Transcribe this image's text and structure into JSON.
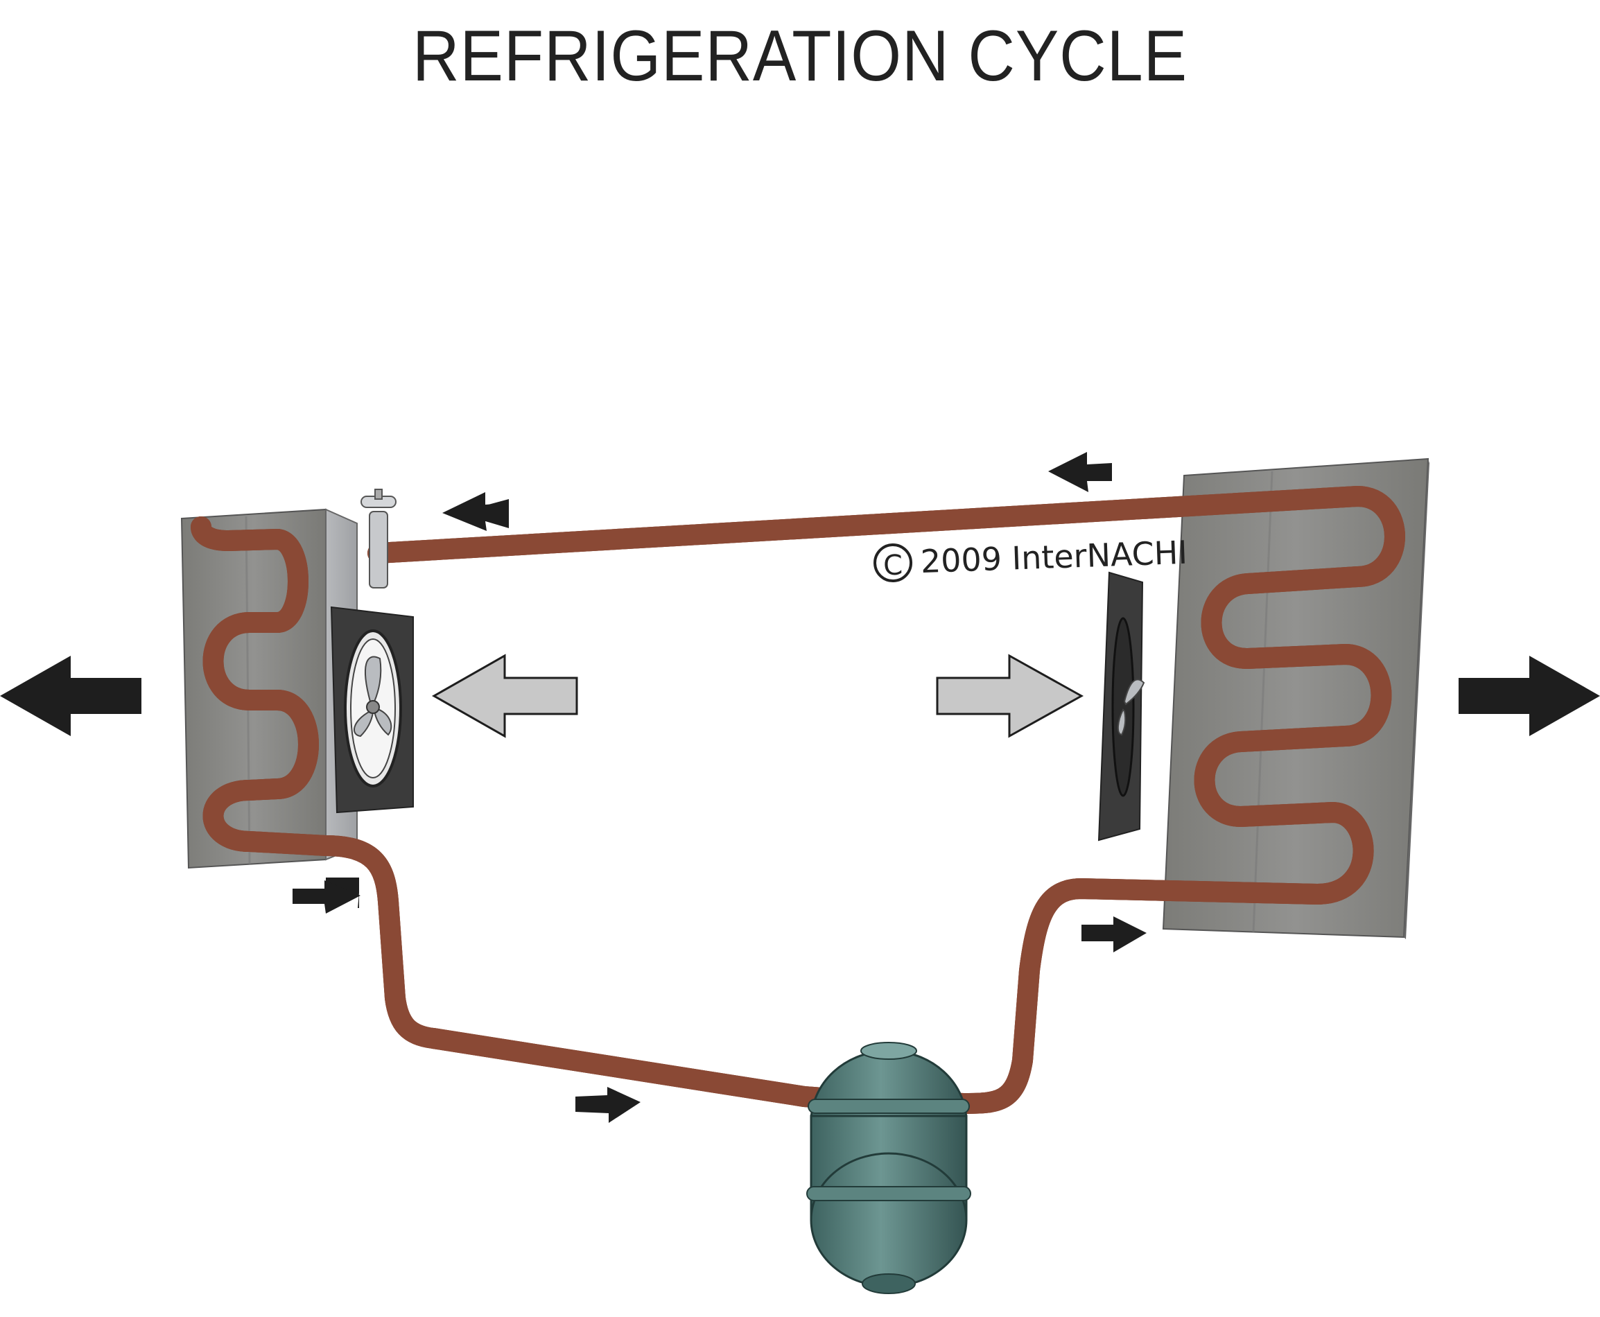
{
  "title": "REFRIGERATION CYCLE",
  "copyright": {
    "symbol": "C",
    "text": "2009  InterNACHI"
  },
  "colors": {
    "copper_pipe": "#c9785a",
    "copper_edge": "#8a4a35",
    "coil_panel": "#8a8a86",
    "compressor": "#4f7874",
    "fan_frame": "#3a3a3a",
    "flow_arrow": "#1e1e1e",
    "air_arrow_light": "#c8c8c8"
  },
  "icons": {
    "left_coil": "condenser-coil-icon",
    "right_coil": "evaporator-coil-icon",
    "left_fan": "fan-icon",
    "right_fan": "fan-icon",
    "compressor": "compressor-icon",
    "valve": "expansion-valve-icon"
  }
}
